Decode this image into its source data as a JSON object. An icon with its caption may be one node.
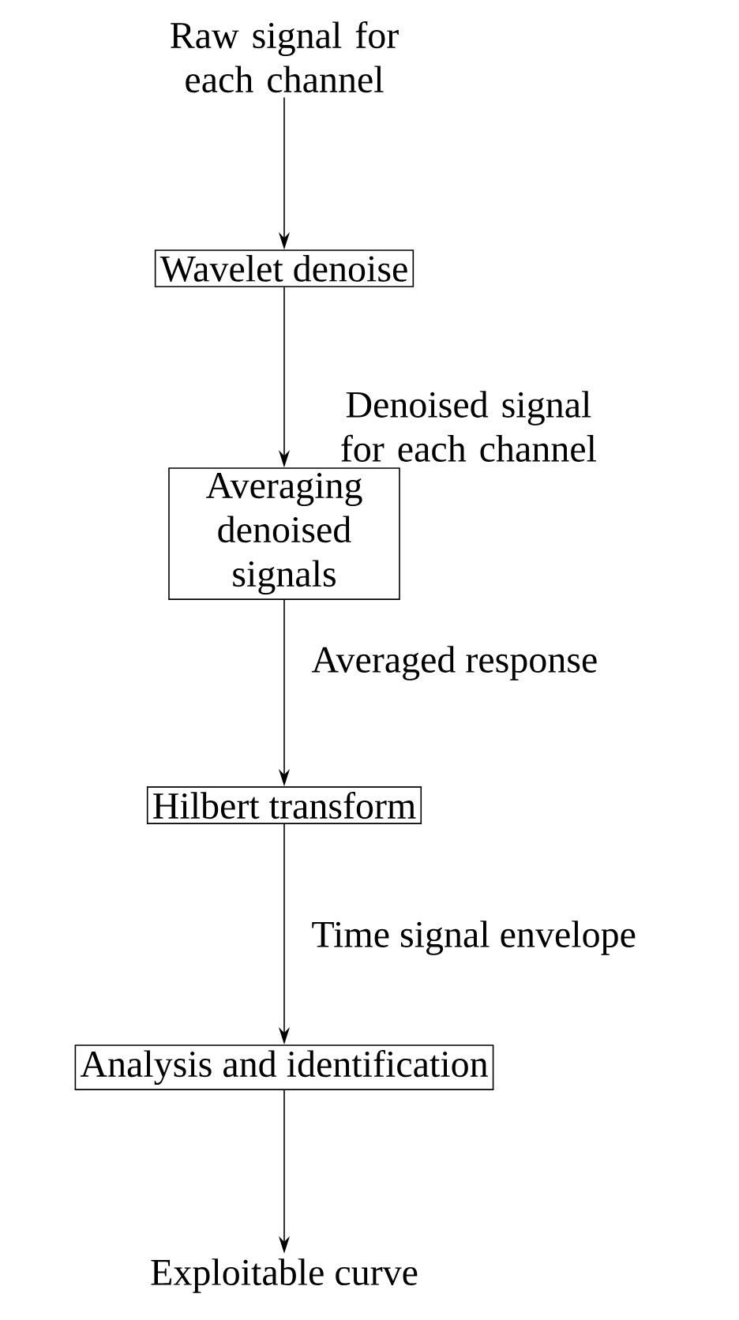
{
  "diagram": {
    "nodes": [
      {
        "text": [
          "Raw signal for each channel"
        ]
      },
      {
        "text": [
          "Wavelet denoise"
        ]
      },
      {
        "text": [
          "Averaging denoised signals"
        ]
      },
      {
        "text": [
          "Hilbert transform"
        ]
      },
      {
        "text": [
          "Analysis and identification"
        ]
      },
      {
        "text": [
          "Exploitable curve"
        ]
      }
    ],
    "edges": [
      {
        "from": 0,
        "to": 1,
        "arrow": "to"
      },
      {
        "from": 1,
        "to": 2,
        "arrow": "to",
        "label": "Denoised signal for each channel"
      },
      {
        "from": 2,
        "to": 3,
        "arrow": "to",
        "label": "Averaged response"
      },
      {
        "from": 3,
        "to": 4,
        "arrow": "to",
        "label": "Time signal envelope"
      },
      {
        "from": 4,
        "to": 5,
        "arrow": "to"
      }
    ]
  }
}
